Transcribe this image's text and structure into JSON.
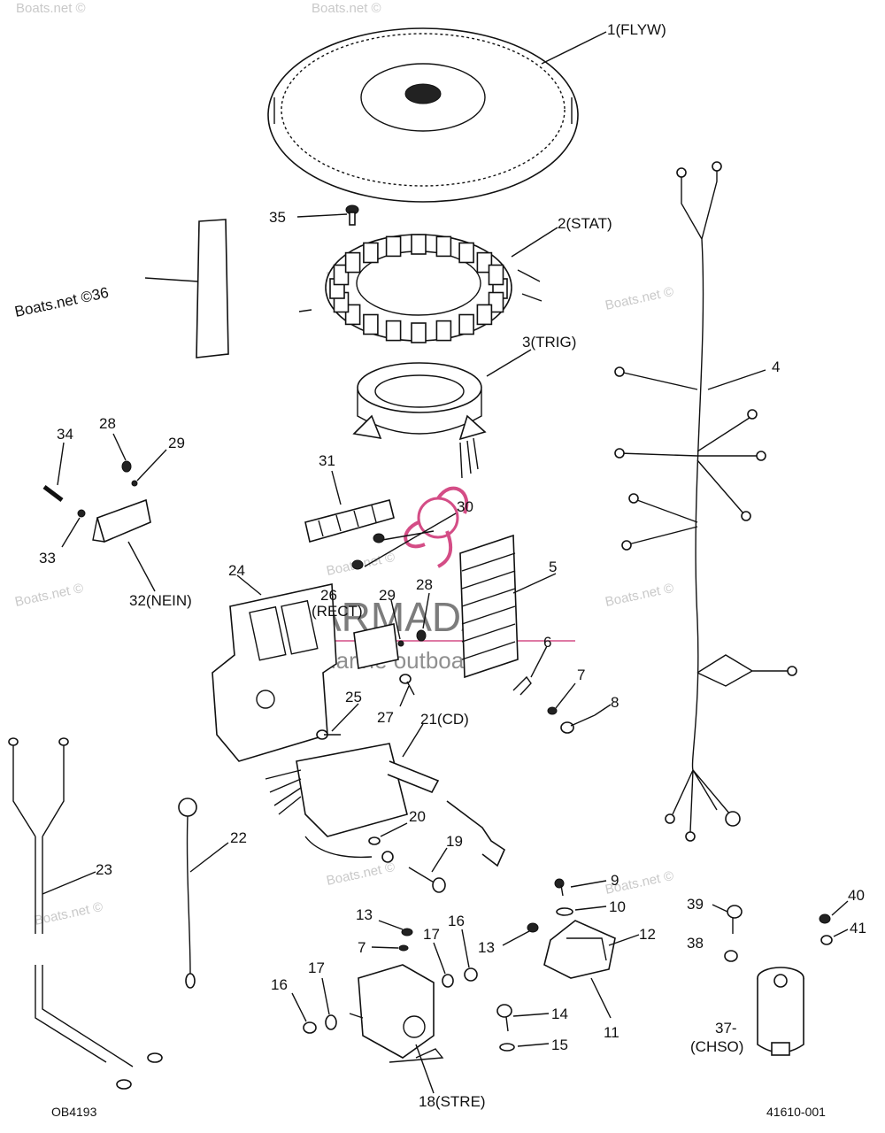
{
  "colors": {
    "ink": "#111111",
    "logo_accent": "#d44d86",
    "watermark": "#c9c9c9"
  },
  "watermark": {
    "text": "Boats.net ©",
    "logo_title": "ARMADA",
    "logo_subtitle": "marine outboards"
  },
  "labels": {
    "l1": "1(FLYW)",
    "l2": "2(STAT)",
    "l3": "3(TRIG)",
    "l4": "4",
    "l5": "5",
    "l6": "6",
    "l7a": "7",
    "l7b": "7",
    "l8": "8",
    "l9": "9",
    "l10": "10",
    "l11": "11",
    "l12": "12",
    "l13a": "13",
    "l13b": "13",
    "l14": "14",
    "l15": "15",
    "l16a": "16",
    "l16b": "16",
    "l17a": "17",
    "l17b": "17",
    "l18": "18(STRE)",
    "l19": "19",
    "l20": "20",
    "l21": "21(CD)",
    "l22": "22",
    "l23": "23",
    "l24": "24",
    "l25": "25",
    "l26": "26",
    "l26b": "(RECT)",
    "l27": "27",
    "l28a": "28",
    "l28b": "28",
    "l29a": "29",
    "l29b": "29",
    "l30": "30",
    "l31": "31",
    "l32": "32(NEIN)",
    "l33": "33",
    "l34": "34",
    "l35": "35",
    "l36": "Boats.net ©36",
    "l37": "37-",
    "l37b": "(CHSO)",
    "l38": "38",
    "l39": "39",
    "l40": "40",
    "l41": "41"
  },
  "footer": {
    "left_code": "OB4193",
    "right_code": "41610-001"
  }
}
